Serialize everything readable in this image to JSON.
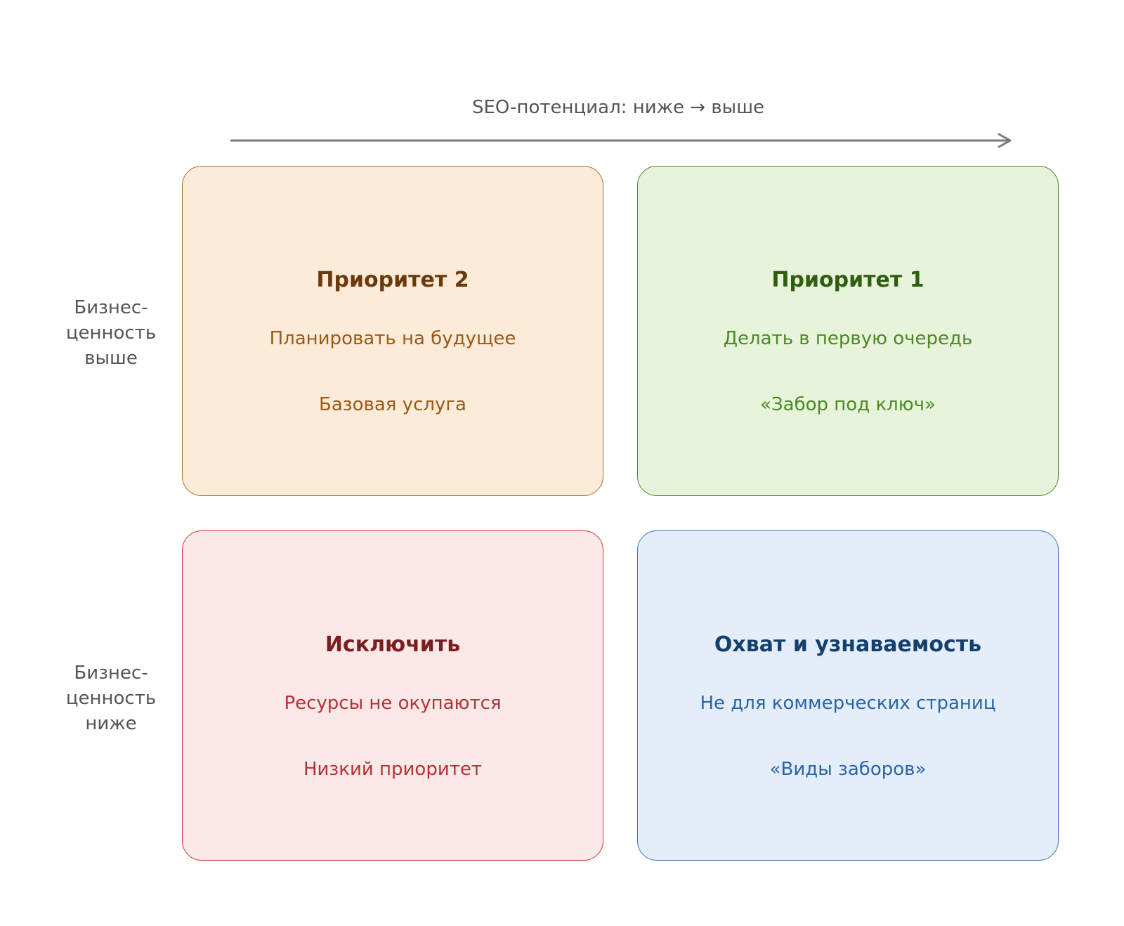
{
  "axis": {
    "x_title": "SEO-потенциал: ниже → выше"
  },
  "rows": {
    "top_label": "Бизнес-\nценность\nвыше",
    "bottom_label": "Бизнес-\nценность\nниже"
  },
  "quadrants": {
    "top_left": {
      "title": "Приоритет 2",
      "line1": "Планировать на будущее",
      "line2": "Базовая услуга"
    },
    "top_right": {
      "title": "Приоритет 1",
      "line1": "Делать в первую очередь",
      "line2": "«Забор под ключ»"
    },
    "bottom_left": {
      "title": "Исключить",
      "line1": "Ресурсы не окупаются",
      "line2": "Низкий приоритет"
    },
    "bottom_right": {
      "title": "Охват и узнаваемость",
      "line1": "Не для коммерческих страниц",
      "line2": "«Виды заборов»"
    }
  },
  "colors": {
    "top_left_fill": "#fcebd8",
    "top_right_fill": "#e8f3dc",
    "bottom_left_fill": "#fbe8e8",
    "bottom_right_fill": "#e3eefa",
    "axis": "#7a7a7a"
  }
}
